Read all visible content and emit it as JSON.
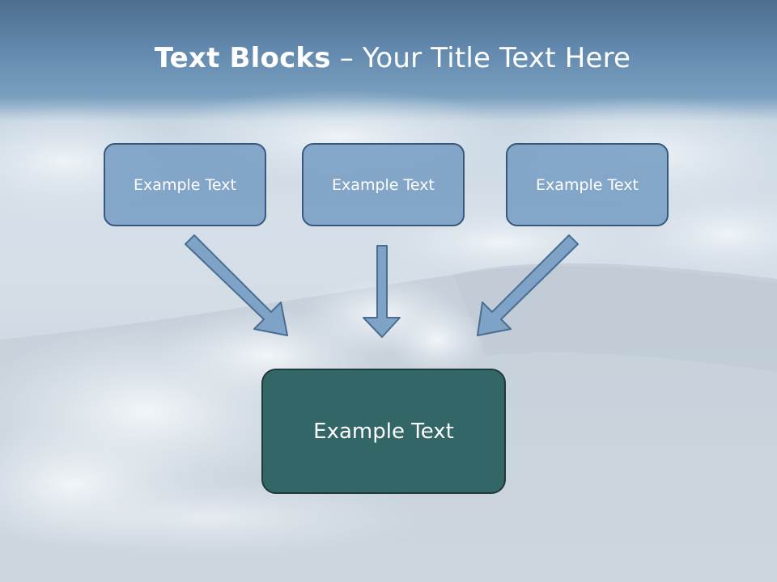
{
  "title": {
    "bold": "Text Blocks",
    "separator": " – ",
    "rest": "Your Title Text Here"
  },
  "boxes": {
    "top_left": "Example Text",
    "top_center": "Example Text",
    "top_right": "Example Text",
    "bottom": "Example Text"
  },
  "colors": {
    "top_box_fill": "#789ec4",
    "top_box_border": "#39587a",
    "bottom_box_fill": "#336666",
    "arrow_fill": "#7ea3c6",
    "arrow_stroke": "#4a6d90"
  }
}
